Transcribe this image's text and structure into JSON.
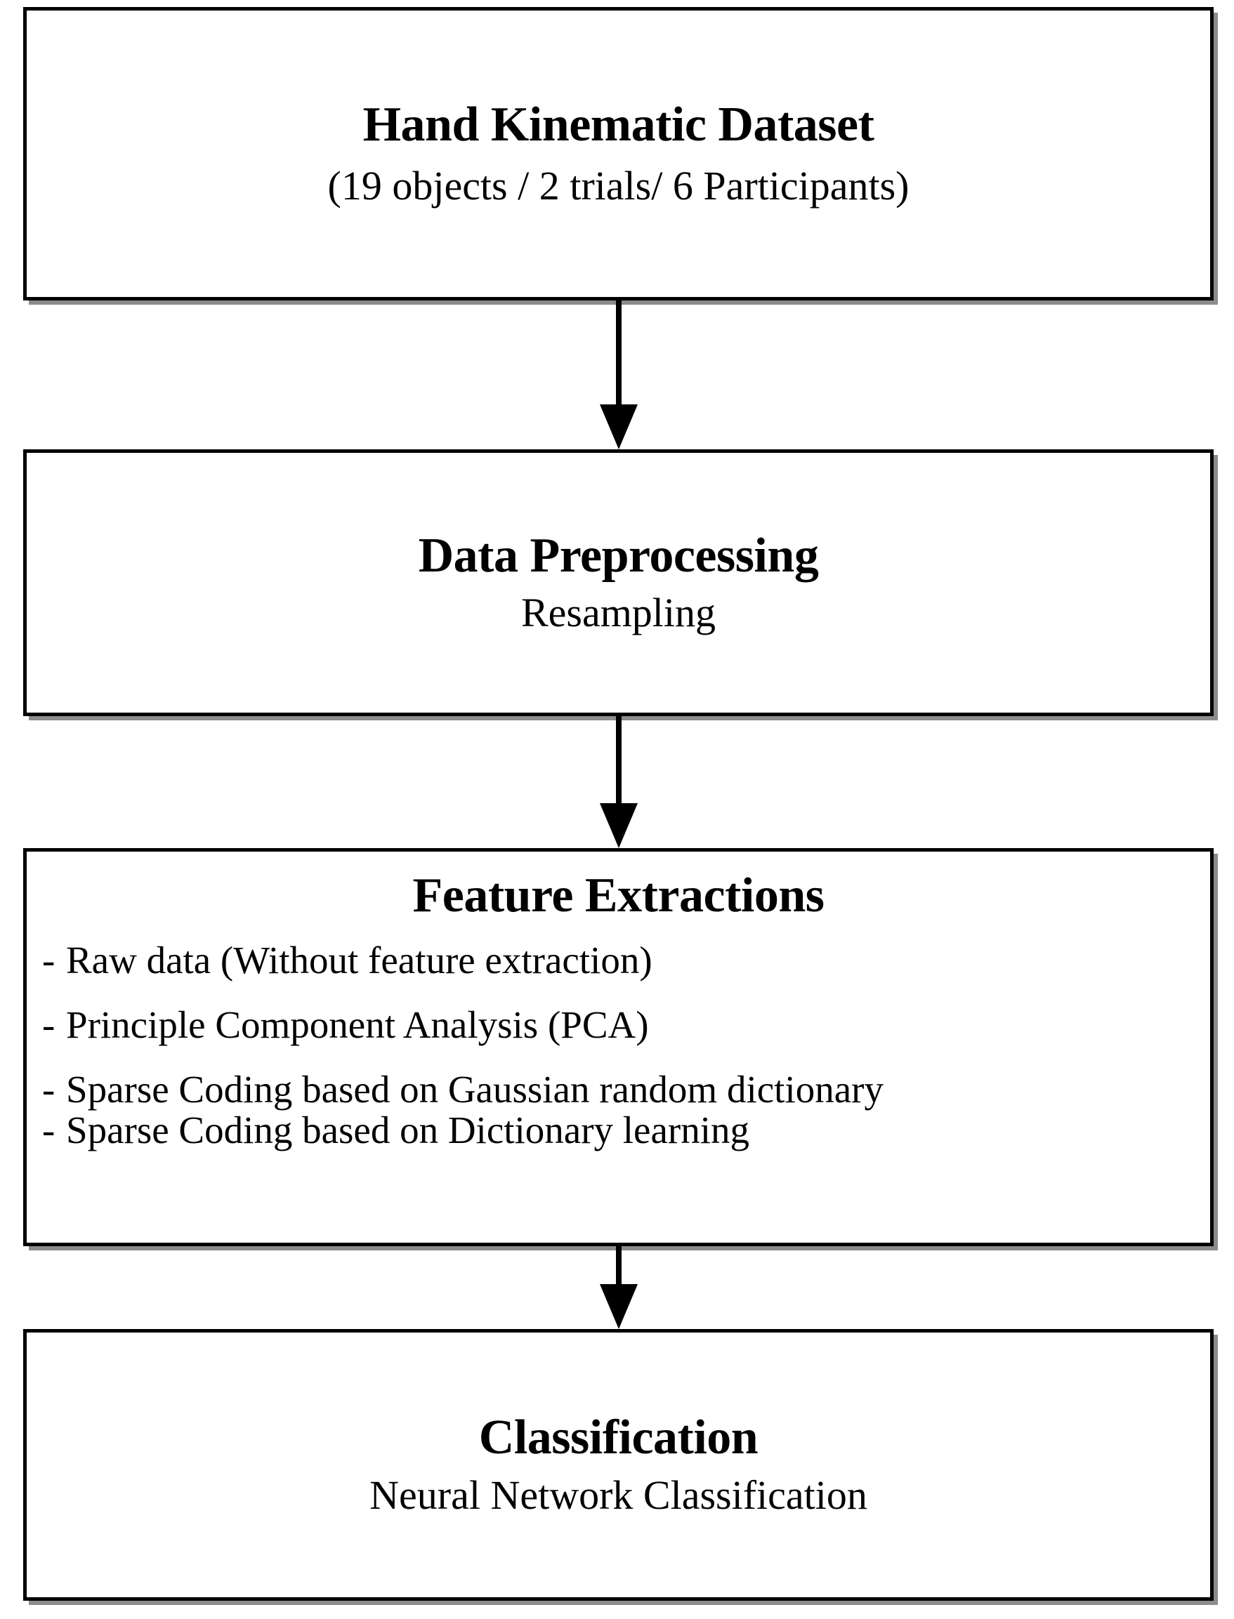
{
  "diagram": {
    "type": "flowchart",
    "orientation": "vertical",
    "colors": {
      "background": "#ffffff",
      "box_border": "#000000",
      "box_fill": "#ffffff",
      "text": "#000000",
      "shadow": "#787878",
      "arrow": "#000000"
    },
    "nodes": [
      {
        "id": "dataset",
        "title": "Hand Kinematic Dataset",
        "subtitle": "(19 objects / 2 trials/ 6 Participants)"
      },
      {
        "id": "preprocessing",
        "title": "Data Preprocessing",
        "subtitle": "Resampling"
      },
      {
        "id": "features",
        "title": "Feature Extractions",
        "bullet_marker": "-",
        "bullets": [
          "Raw data (Without feature extraction)",
          "Principle Component Analysis (PCA)",
          "Sparse Coding based on Gaussian random dictionary",
          "Sparse Coding based on Dictionary learning"
        ]
      },
      {
        "id": "classification",
        "title": "Classification",
        "subtitle": "Neural Network Classification"
      }
    ],
    "connectors": [
      {
        "id": "connector-1",
        "from": "dataset",
        "to": "preprocessing",
        "arrowhead": "down"
      },
      {
        "id": "connector-2",
        "from": "preprocessing",
        "to": "features",
        "arrowhead": "down"
      },
      {
        "id": "connector-3",
        "from": "features",
        "to": "classification",
        "arrowhead": "down"
      }
    ]
  }
}
